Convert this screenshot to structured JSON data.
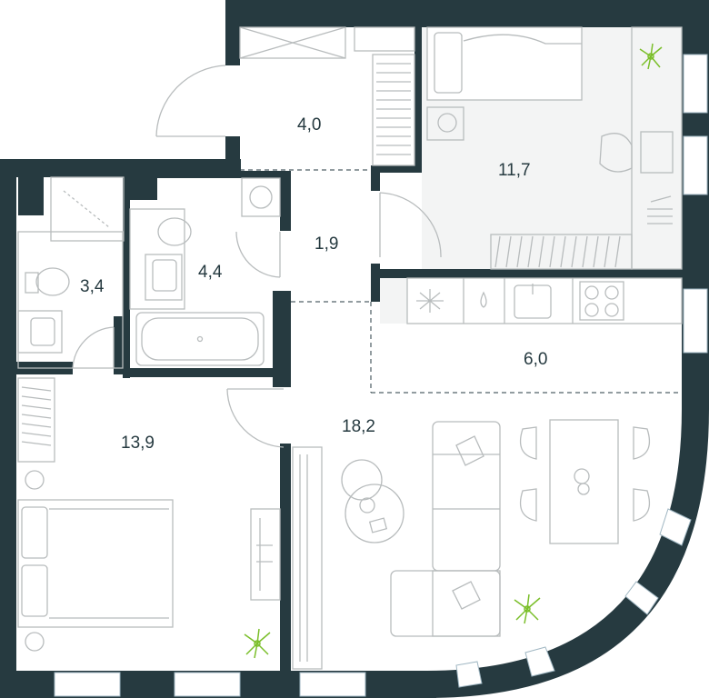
{
  "rooms": [
    {
      "id": "corridor",
      "area": "4,0"
    },
    {
      "id": "bedroom-small",
      "area": "11,7"
    },
    {
      "id": "hall",
      "area": "1,9"
    },
    {
      "id": "wc",
      "area": "3,4"
    },
    {
      "id": "bathroom",
      "area": "4,4"
    },
    {
      "id": "kitchen",
      "area": "6,0"
    },
    {
      "id": "bedroom-main",
      "area": "13,9"
    },
    {
      "id": "living-room",
      "area": "18,2"
    }
  ],
  "colors": {
    "wall": "#263a40",
    "floor": "#f3f4f4",
    "furniture": "#b8bcbd",
    "plant": "#7bbf2a"
  },
  "icons": [
    "door-swing-icon",
    "bed-icon",
    "sofa-icon",
    "dining-table-icon",
    "plant-icon",
    "sink-icon",
    "toilet-icon",
    "bathtub-icon",
    "shower-icon",
    "stove-icon",
    "washing-machine-icon",
    "desk-chair-icon"
  ]
}
